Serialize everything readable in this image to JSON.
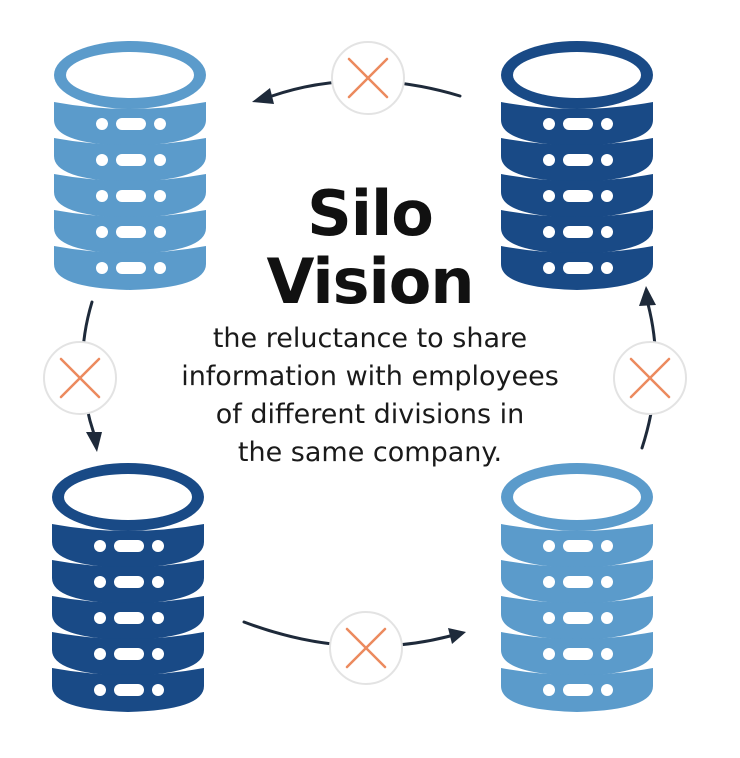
{
  "title": {
    "line1": "Silo",
    "line2": "Vision"
  },
  "description": {
    "line1": "the reluctance to share",
    "line2": "information with employees",
    "line3": "of different divisions in",
    "line4": "the same company."
  },
  "colors": {
    "light_blue": "#5b9bcb",
    "dark_blue": "#194a86",
    "arrow": "#1e2a3a",
    "cross": "#ec8a5e",
    "badge_fill": "#ffffff",
    "badge_stroke": "#e3e3e3"
  },
  "icons": {
    "database": "database-stack-icon",
    "blocked": "cross-icon",
    "arrow": "arrow-icon"
  }
}
